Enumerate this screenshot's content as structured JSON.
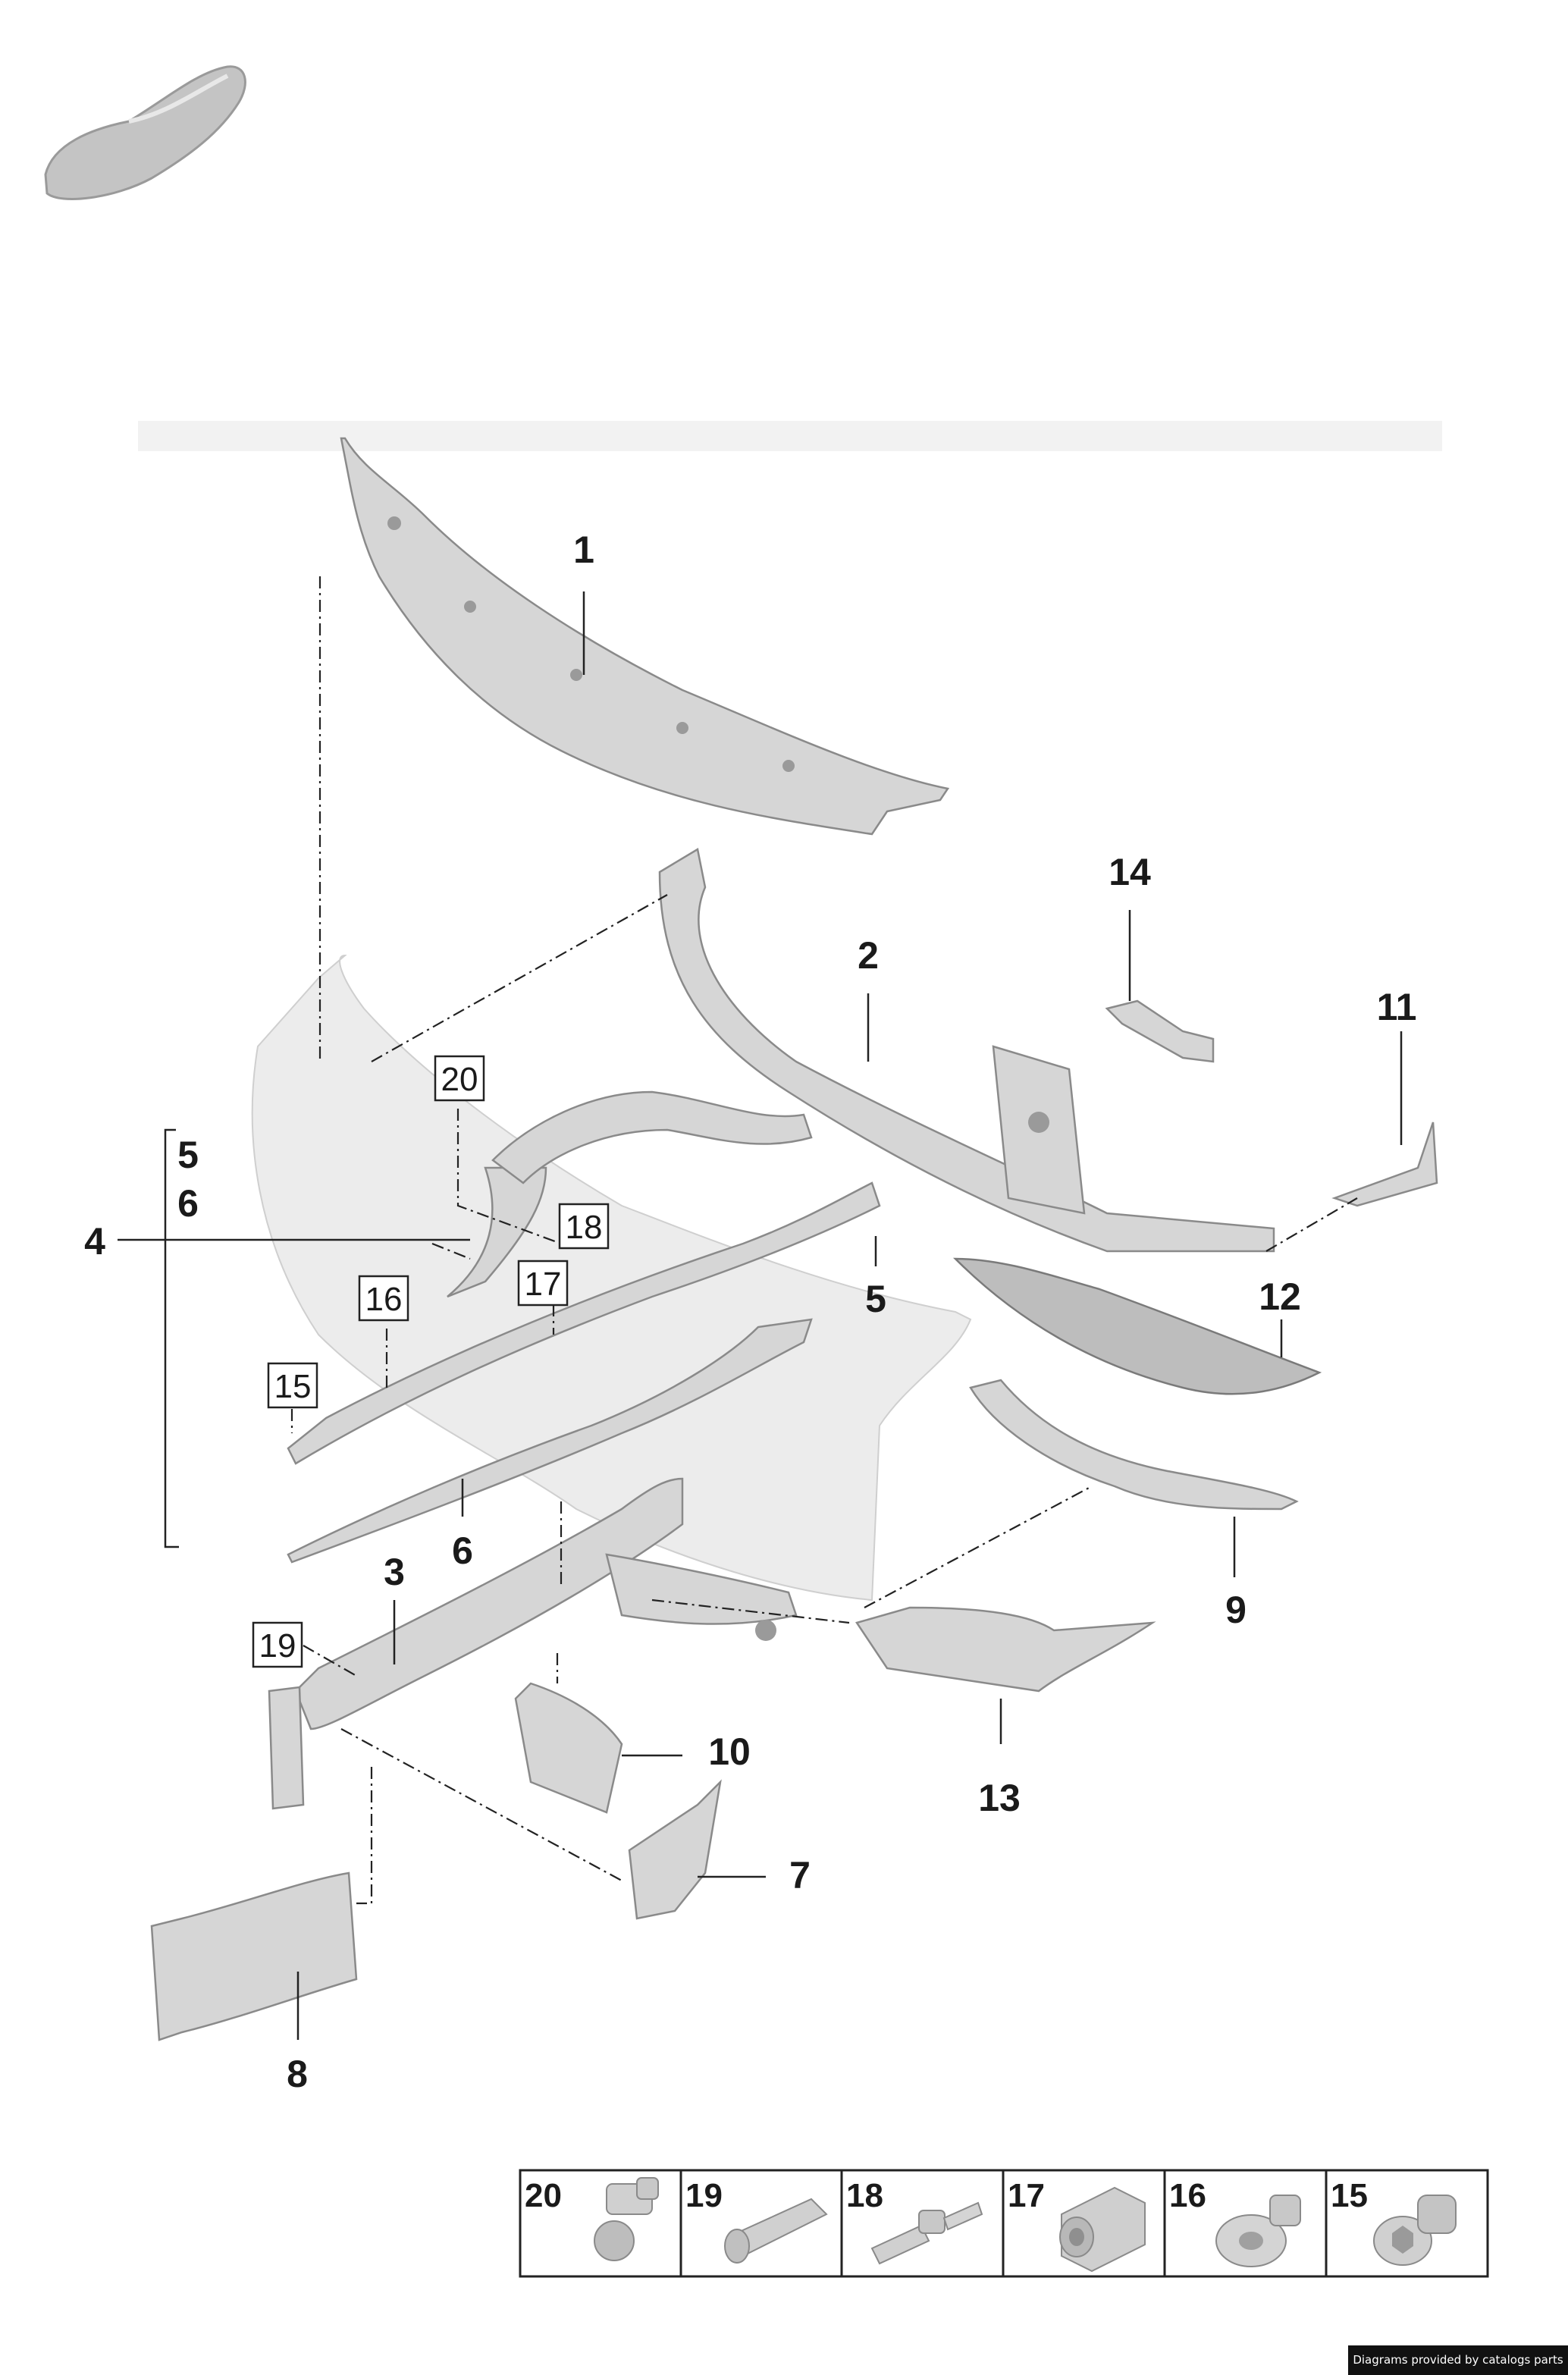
{
  "callouts": {
    "c1": "1",
    "c2": "2",
    "c3": "3",
    "c4": "4",
    "c5a": "5",
    "c6a": "6",
    "c5b": "5",
    "c6b": "6",
    "c7": "7",
    "c8": "8",
    "c9": "9",
    "c10": "10",
    "c11": "11",
    "c12": "12",
    "c13": "13",
    "c14": "14"
  },
  "boxed_callouts": {
    "b15": "15",
    "b16": "16",
    "b17": "17",
    "b18": "18",
    "b19": "19",
    "b20": "20"
  },
  "fastener_legend": [
    "20",
    "19",
    "18",
    "17",
    "16",
    "15"
  ],
  "credit": "Diagrams provided by catalogs parts",
  "colors": {
    "part_fill": "#d6d6d6",
    "line": "#222222",
    "credit_bg": "#111111"
  }
}
